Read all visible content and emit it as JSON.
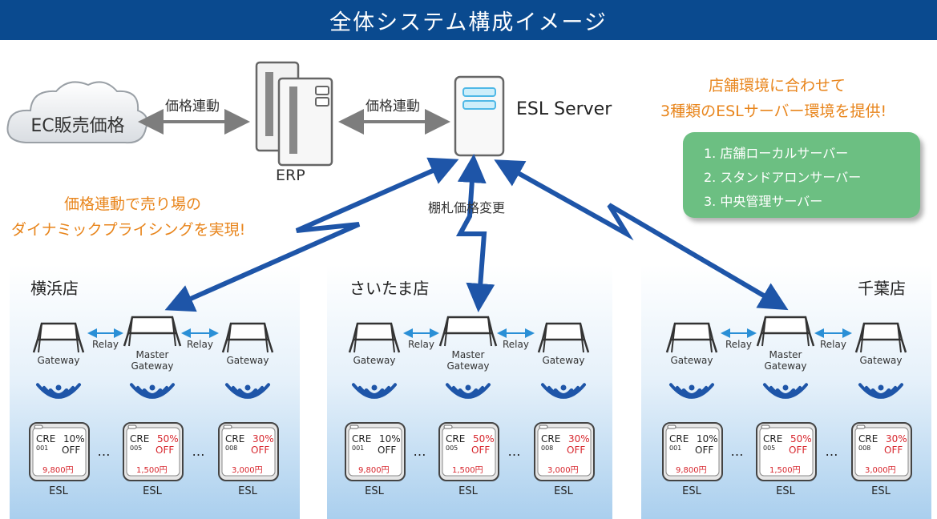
{
  "title": "全体システム構成イメージ",
  "nodes": {
    "cloud": "EC販売価格",
    "erp": "ERP",
    "server": "ESL Server",
    "sync1": "価格連動",
    "sync2": "価格連動",
    "shelf_change": "棚札価格変更"
  },
  "promo_left": [
    "価格連動で売り場の",
    "ダイナミックプライシングを実現!"
  ],
  "promo_right": [
    "店舗環境に合わせて",
    "3種類のESLサーバー環境を提供!"
  ],
  "server_types": [
    "1. 店舗ローカルサーバー",
    "2. スタンドアロンサーバー",
    "3. 中央管理サーバー"
  ],
  "stores": [
    {
      "name": "横浜店"
    },
    {
      "name": "さいたま店"
    },
    {
      "name": "千葉店"
    }
  ],
  "gateway_labels": {
    "gateway": "Gateway",
    "master_1": "Master",
    "master_2": "Gateway",
    "relay": "Relay"
  },
  "esl_label": "ESL",
  "ellipsis": "…",
  "esl_tags": [
    {
      "code": "CRE",
      "num": "001",
      "discount": "10%",
      "off": "OFF",
      "price": "9,800円",
      "highlight": false
    },
    {
      "code": "CRE",
      "num": "005",
      "discount": "50%",
      "off": "OFF",
      "price": "1,500円",
      "highlight": true
    },
    {
      "code": "CRE",
      "num": "008",
      "discount": "30%",
      "off": "OFF",
      "price": "3,000円",
      "highlight": true
    }
  ],
  "colors": {
    "title_bar": "#0a4a8f",
    "arrow_blue": "#1e55a8",
    "orange": "#e8851c",
    "green": "#6cbf82",
    "discount_red": "#d7262d",
    "relay_arrow": "#2a8fd6"
  }
}
